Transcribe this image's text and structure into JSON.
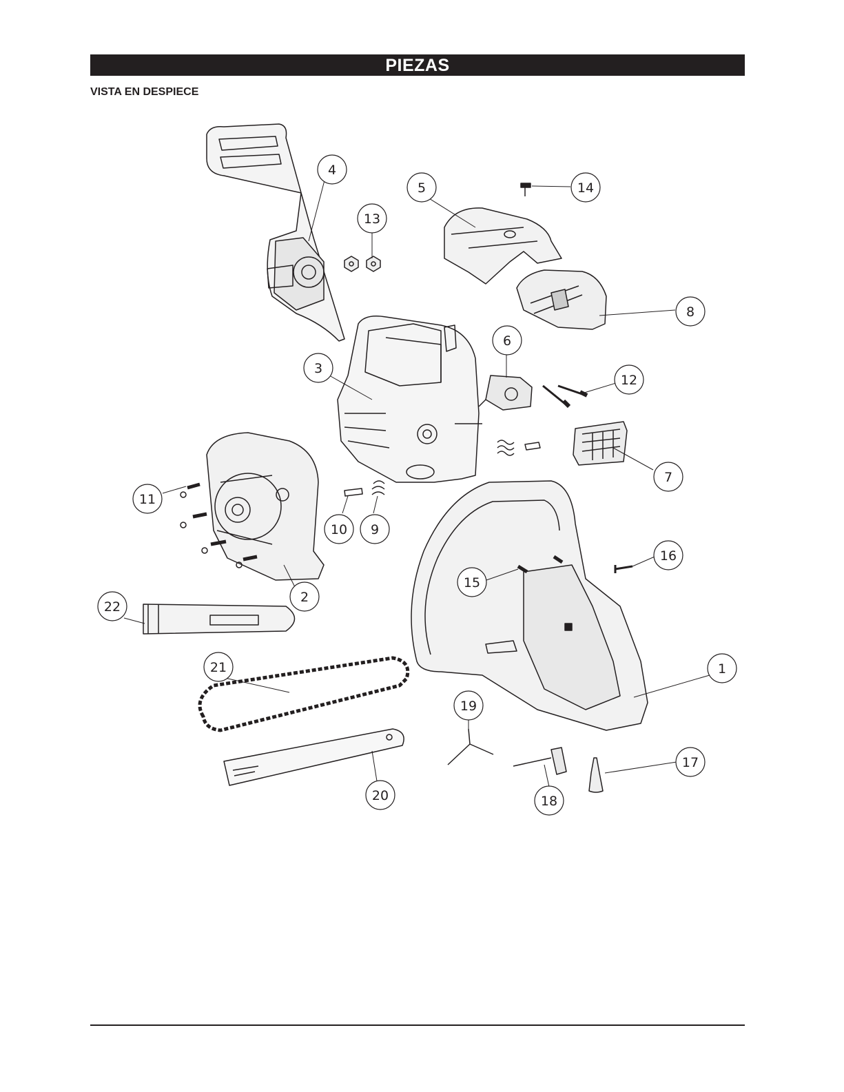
{
  "header": {
    "title": "PIEZAS"
  },
  "section": {
    "subtitle": "VISTA EN DESPIECE"
  },
  "callouts": [
    "1",
    "2",
    "3",
    "4",
    "5",
    "6",
    "7",
    "8",
    "9",
    "10",
    "11",
    "12",
    "13",
    "14",
    "15",
    "16",
    "17",
    "18",
    "19",
    "20",
    "21",
    "22"
  ]
}
